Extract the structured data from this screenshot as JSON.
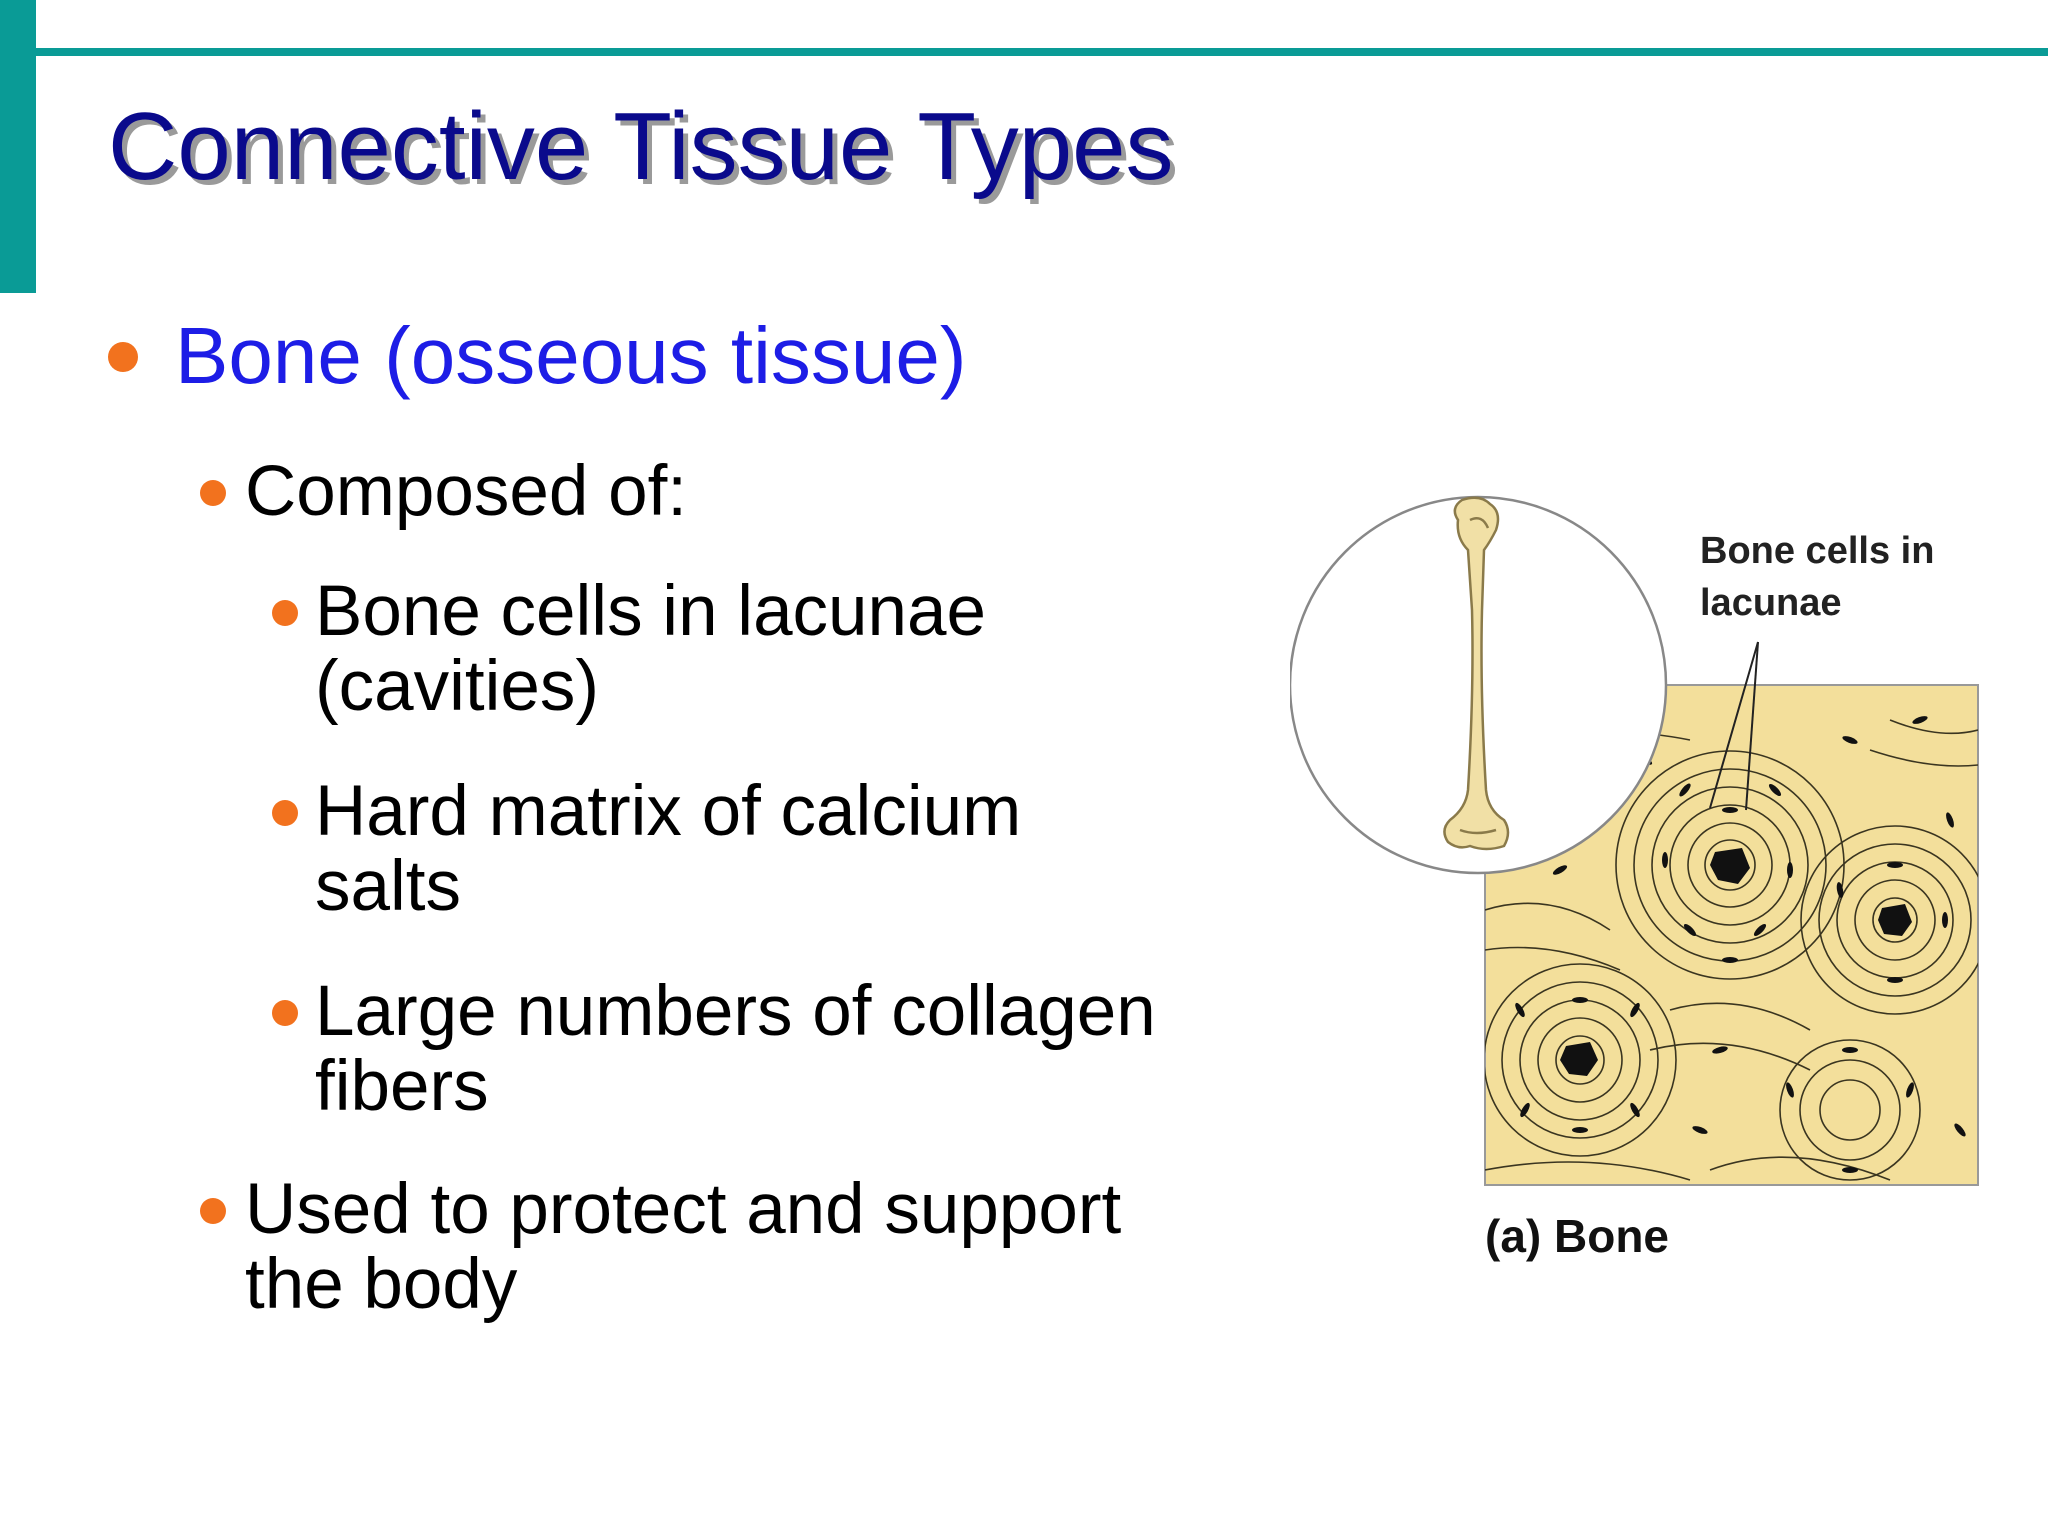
{
  "slide": {
    "title": "Connective Tissue Types",
    "accent_color": "#0a9b96",
    "bullet_color": "#f2721e",
    "bullets": {
      "level1": "Bone (osseous tissue)",
      "composed": "Composed of:",
      "sub1_line1": "Bone cells in lacunae",
      "sub1_line2": "(cavities)",
      "sub2_line1": "Hard matrix of calcium",
      "sub2_line2": "salts",
      "sub3_line1": "Large numbers of collagen",
      "sub3_line2": "fibers",
      "used_line1": "Used to protect and support",
      "used_line2": "the body"
    },
    "figure": {
      "label_line1": "Bone cells in",
      "label_line2": "lacunae",
      "caption": "(a) Bone"
    }
  }
}
